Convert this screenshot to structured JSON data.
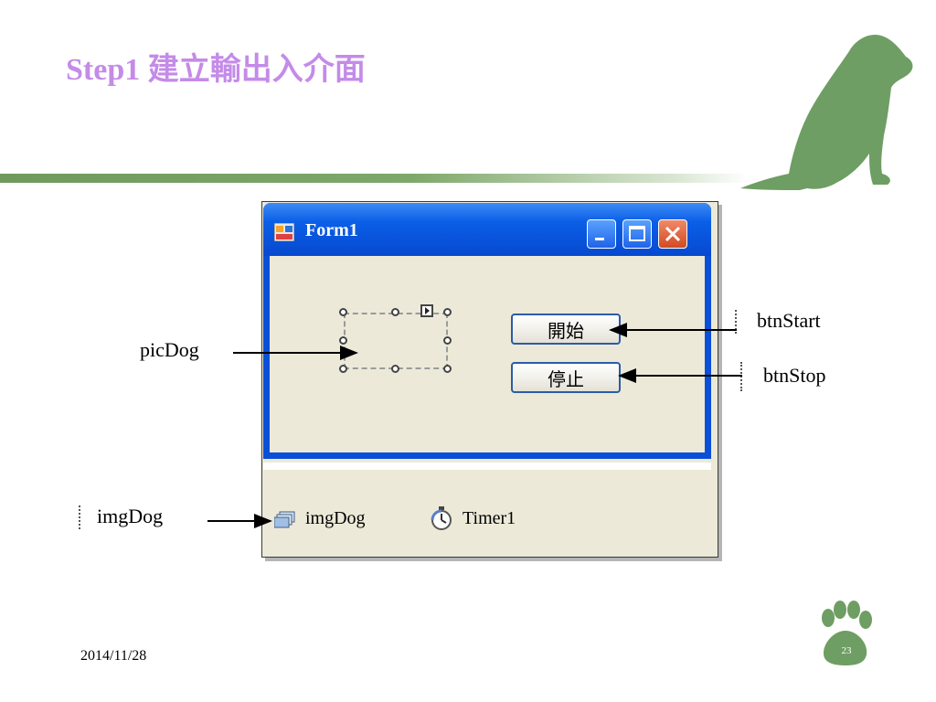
{
  "slide": {
    "title": "Step1 建立輸出入介面",
    "date": "2014/11/28",
    "page_number": "23"
  },
  "window": {
    "title": "Form1",
    "icon": "form-app-icon",
    "caption_buttons": [
      "minimize-icon",
      "maximize-icon",
      "close-icon"
    ]
  },
  "form_controls": {
    "start_button_label": "開始",
    "stop_button_label": "停止"
  },
  "component_tray": {
    "imagelist_label": "imgDog",
    "timer_label": "Timer1",
    "imagelist_icon": "imagelist-icon",
    "timer_icon": "stopwatch-icon"
  },
  "callouts": {
    "picture_box": "picDog",
    "start_button": "btnStart",
    "stop_button": "btnStop",
    "image_list": "imgDog"
  },
  "colors": {
    "title": "#c48be8",
    "accent_green": "#6f9a5c",
    "window_blue": "#0a4fd8",
    "form_background": "#ece9d8"
  }
}
